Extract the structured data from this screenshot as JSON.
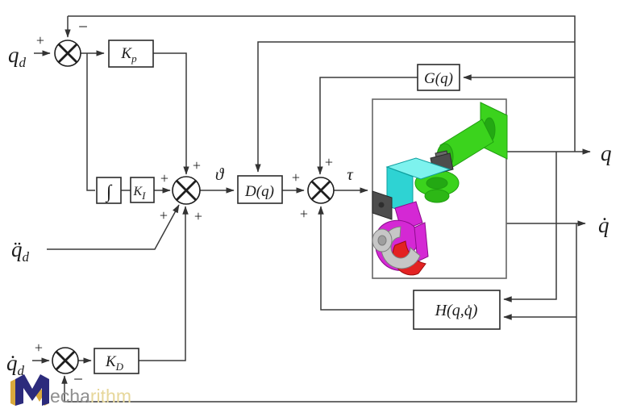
{
  "signals": {
    "qd": {
      "base": "q",
      "sub": "d"
    },
    "qdd": {
      "base": "q̈",
      "sub": "d"
    },
    "qdotd": {
      "base": "q̇",
      "sub": "d"
    },
    "theta": "ϑ",
    "tau": "τ",
    "q": "q",
    "qdot": "q̇"
  },
  "blocks": {
    "kp": {
      "base": "K",
      "sub": "p"
    },
    "integrator": "∫",
    "ki": {
      "base": "K",
      "sub": "I"
    },
    "kd": {
      "base": "K",
      "sub": "D"
    },
    "dq": "D(q)",
    "gq": "G(q)",
    "hq": "H(q,q̇)"
  },
  "signs": {
    "plus": "+",
    "minus": "−"
  },
  "logo": {
    "mark": "M",
    "gray": "echa",
    "gold": "rithm"
  },
  "colors": {
    "line": "#3a3a3a",
    "robot_green": "#3bd31d",
    "robot_green_dark": "#23a813",
    "robot_green_mid": "#2db716",
    "robot_cyan": "#2ed3d3",
    "robot_cyan_light": "#7df2ee",
    "robot_magenta": "#d428d4",
    "robot_red": "#e32222",
    "robot_gray": "#c6c6c6",
    "robot_gray_mid": "#9e9e9e",
    "robot_dark": "#4d4d4d",
    "robot_dark_light": "#6a6a6a",
    "logo_navy": "#2c2b7c",
    "logo_gold": "#d9a93c",
    "logo_gray_text": "#8f8f8f",
    "logo_gold_text": "#e7d79b"
  }
}
